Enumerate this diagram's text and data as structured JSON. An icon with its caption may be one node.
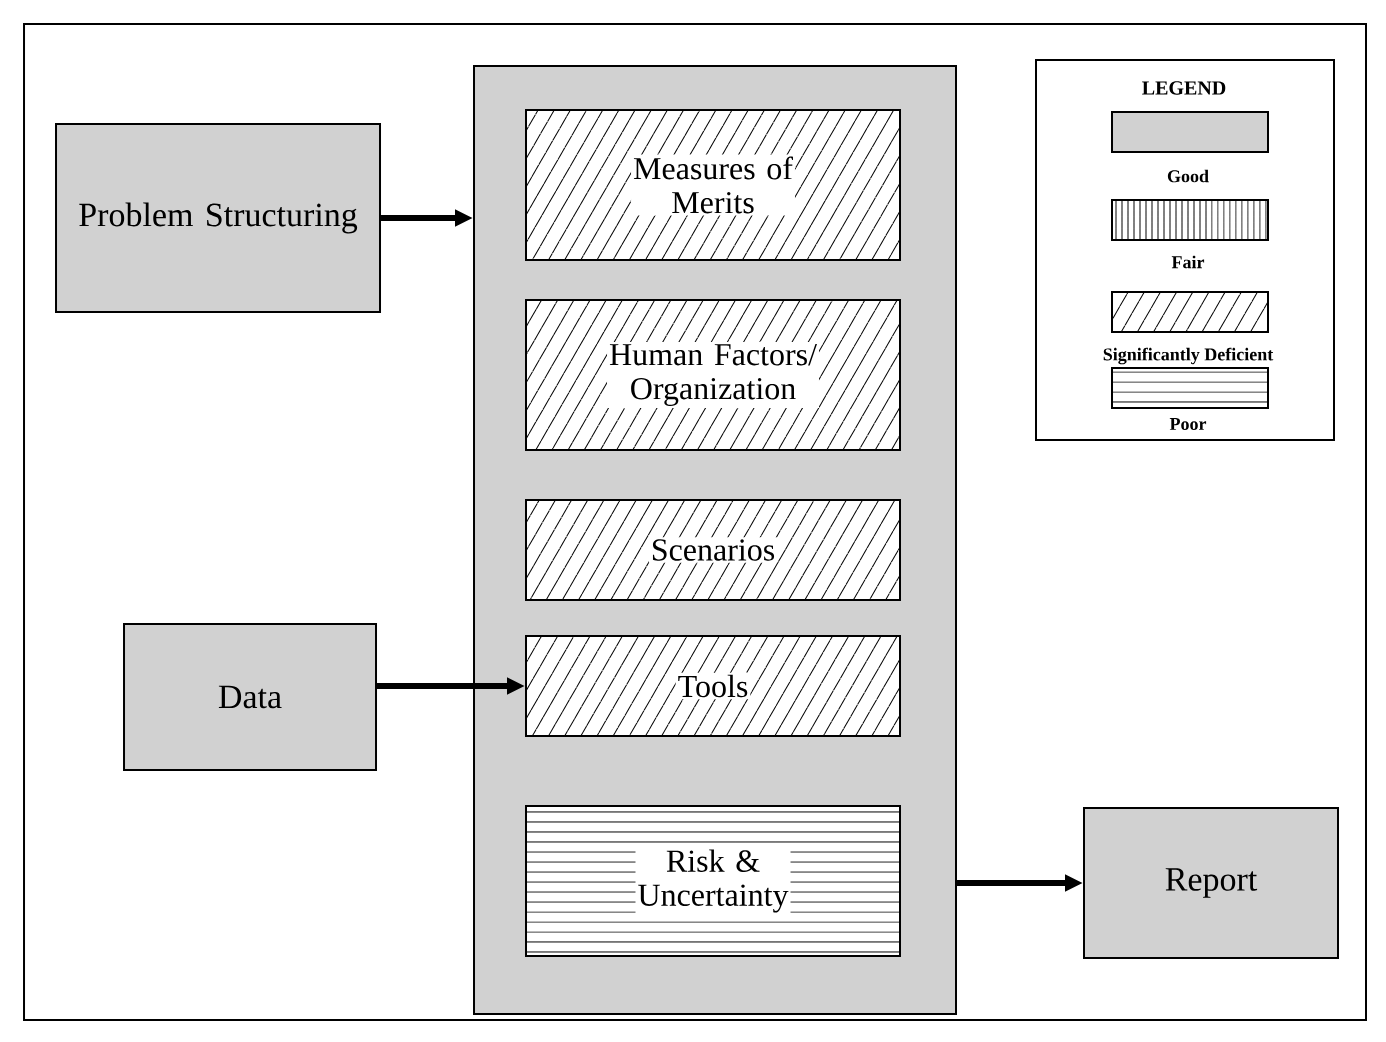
{
  "diagram": {
    "nodes": [
      {
        "text": [
          "Problem Structuring"
        ]
      },
      {
        "text": [],
        "shape": "box"
      },
      {
        "text": [
          "Measures of Merits"
        ],
        "in": 1
      },
      {
        "text": [
          "Human Factors/ Organization"
        ],
        "in": 1
      },
      {
        "text": [
          "Scenarios"
        ],
        "in": 1
      },
      {
        "text": [
          "Tools"
        ],
        "in": 1
      },
      {
        "text": [
          "Risk & Uncertainty"
        ],
        "in": 1
      },
      {
        "text": [
          "Data"
        ]
      },
      {
        "text": [
          "Report"
        ]
      }
    ],
    "edges": [
      {
        "from": 0,
        "to": 1,
        "arrow": "to"
      },
      {
        "from": 7,
        "to": 5,
        "arrow": "to"
      },
      {
        "from": 1,
        "to": 8,
        "arrow": "to"
      }
    ],
    "labels": [
      "LEGEND"
    ],
    "legend": [
      {
        "text": "Good"
      },
      {
        "text": "Fair"
      },
      {
        "text": "Significantly Deficient"
      },
      {
        "text": "Poor"
      }
    ]
  }
}
